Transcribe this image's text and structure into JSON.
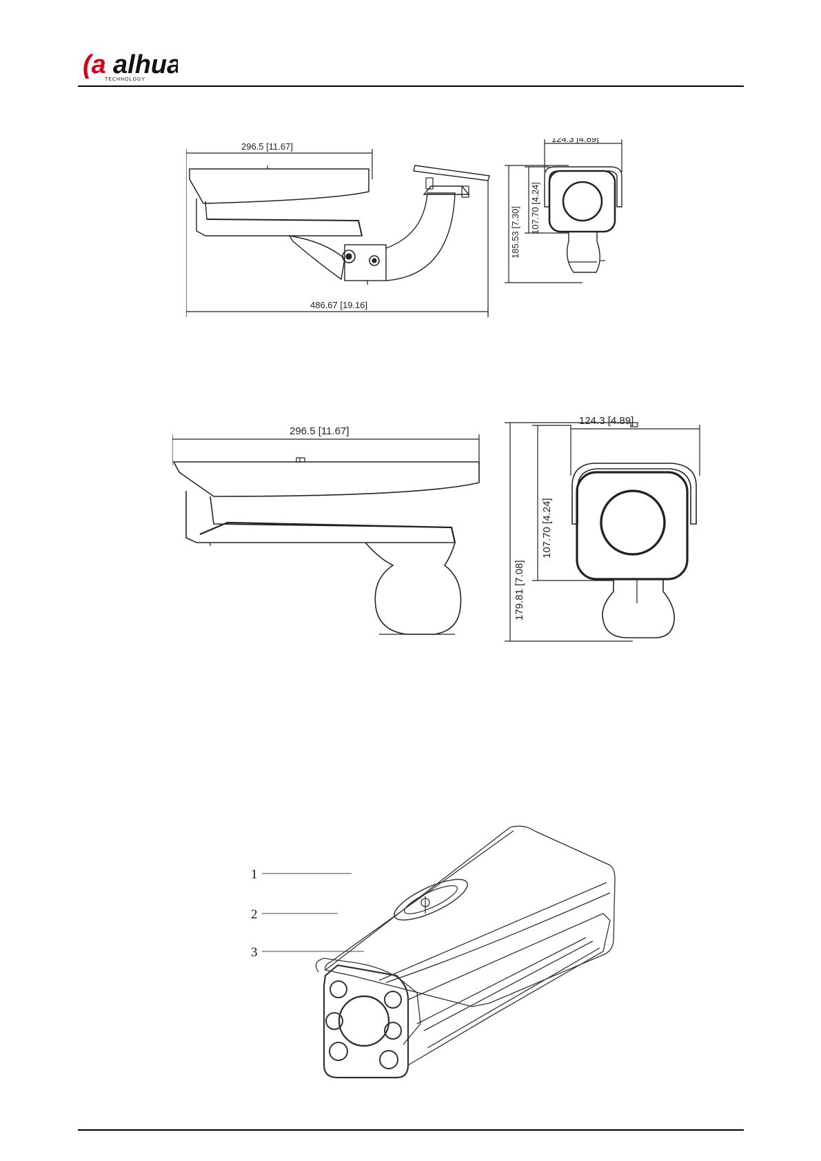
{
  "header": {
    "logo": {
      "brand_text": "alhua",
      "tagline": "TECHNOLOGY"
    }
  },
  "figure_1": {
    "side_width": "296.5 [11.67]",
    "total_length": "486.67 [19.16]",
    "front_width": "124.3 [4.89]",
    "front_body_height": "107.70 [4.24]",
    "front_total_height": "185.53 [7.30]"
  },
  "figure_2": {
    "side_width": "296.5 [11.67]",
    "front_width": "124.3 [4.89]",
    "front_body_height": "107.70 [4.24]",
    "front_total_height": "179.81 [7.08]"
  },
  "figure_3": {
    "callouts": [
      "1",
      "2",
      "3"
    ]
  }
}
